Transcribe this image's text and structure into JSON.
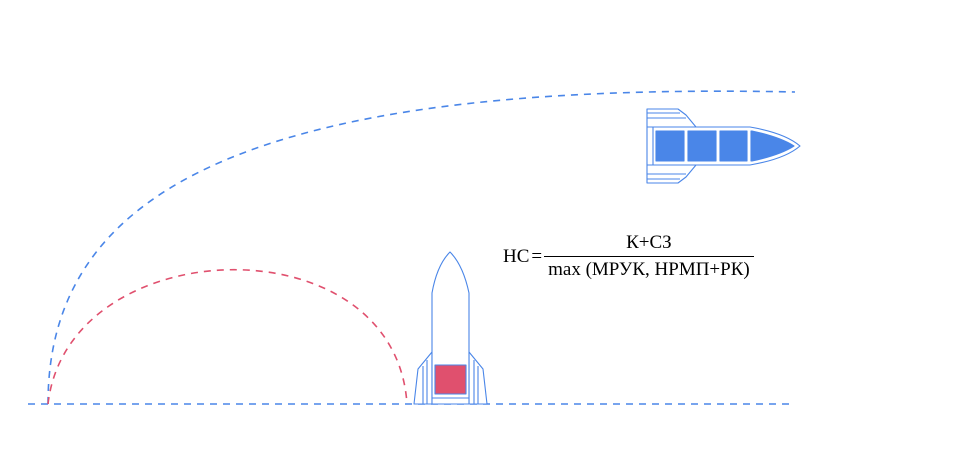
{
  "formula": {
    "lhs": "НС",
    "eq": "=",
    "numerator": "К+СЗ",
    "denominator": "max (МРУК, НРМП+РК)"
  },
  "colors": {
    "blue": "#4a86e8",
    "red": "#e0506e",
    "text": "#000000"
  },
  "icons": {
    "flying_rocket": "horizontal-rocket-icon",
    "launch_rocket": "vertical-rocket-icon"
  }
}
